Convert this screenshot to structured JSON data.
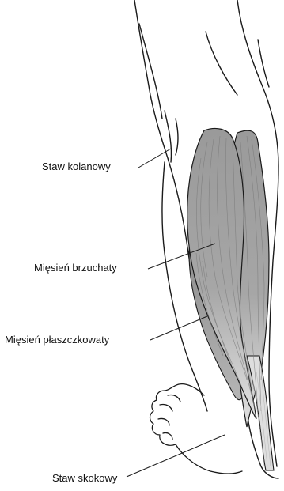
{
  "labels": {
    "knee": "Staw kolanowy",
    "gastrocnemius": "Mięsień brzuchaty",
    "soleus": "Mięsień płaszczkowaty",
    "ankle": "Staw skokowy"
  },
  "colors": {
    "outline": "#1a1a1a",
    "muscle_dark": "#8c8c8c",
    "muscle_mid": "#a8a8a8",
    "muscle_light": "#c9c9c9",
    "tendon": "#dcdcdc",
    "background": "#ffffff"
  }
}
